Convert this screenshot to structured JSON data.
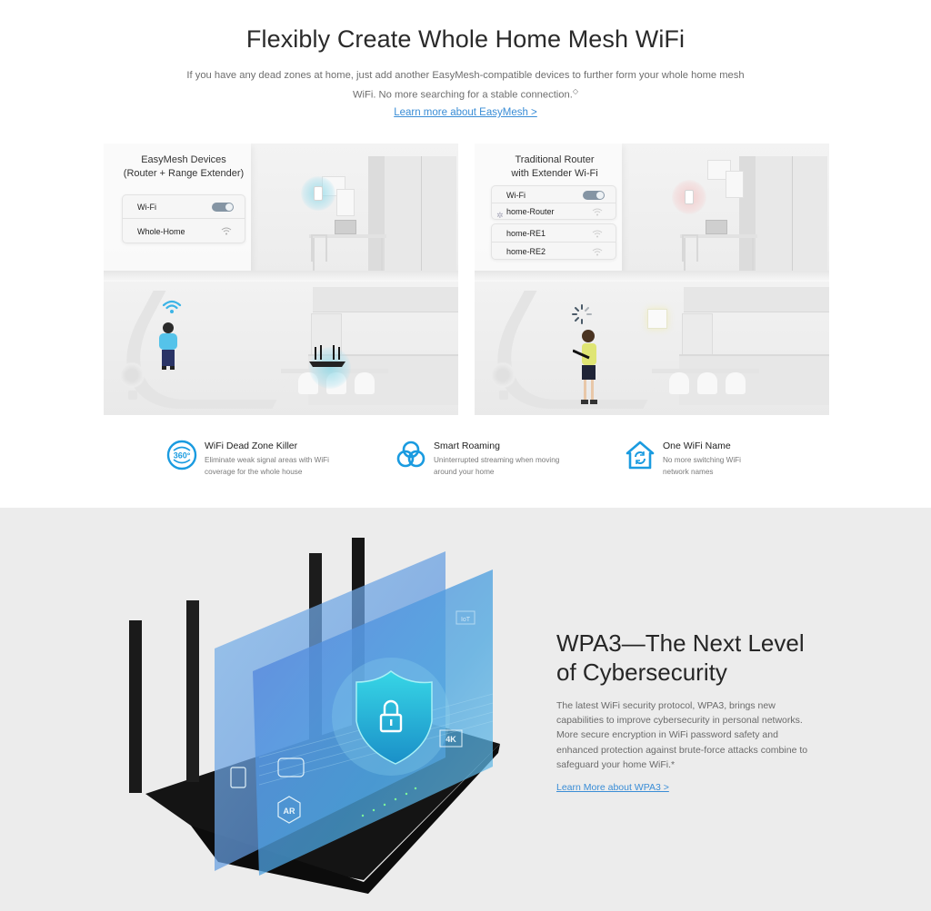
{
  "mesh": {
    "title": "Flexibly Create Whole Home Mesh WiFi",
    "description": "If you have any dead zones at home, just add another EasyMesh-compatible devices to further form your whole home mesh WiFi. No more searching for a stable connection.",
    "description_mark": "◇",
    "link_label": "Learn more about EasyMesh >",
    "link_color": "#3a8dd6"
  },
  "comparison": {
    "left": {
      "title_line1": "EasyMesh Devices",
      "title_line2": "(Router + Range Extender)",
      "wifi_label": "Wi-Fi",
      "wifi_toggle": "on",
      "networks": [
        "Whole-Home"
      ],
      "halo_color": "#8ed7e6"
    },
    "right": {
      "title_line1": "Traditional Router",
      "title_line2": "with Extender Wi-Fi",
      "wifi_label": "Wi-Fi",
      "wifi_toggle": "on",
      "connecting_network": "home-Router",
      "networks": [
        "home-RE1",
        "home-RE2"
      ],
      "halo_color": "#f3bcbc"
    }
  },
  "features": [
    {
      "icon": "360-degree-signal-icon",
      "title": "WiFi Dead Zone Killer",
      "desc": "Eliminate weak signal areas with WiFi coverage for the whole house"
    },
    {
      "icon": "smart-roaming-icon",
      "title": "Smart Roaming",
      "desc": "Uninterrupted streaming when moving around your home"
    },
    {
      "icon": "home-sync-icon",
      "title": "One WiFi Name",
      "desc": "No more switching WiFi network names"
    }
  ],
  "wpa3": {
    "title_line1": "WPA3—The Next Level",
    "title_line2": "of Cybersecurity",
    "description": "The latest WiFi security protocol, WPA3, brings new capabilities to improve cybersecurity in personal networks. More secure encryption in WiFi password safety and enhanced protection against brute-force attacks combine to safeguard your home WiFi.*",
    "link_label": "Learn More about WPA3 >",
    "overlay_icons": [
      "IoT",
      "AR",
      "4K"
    ]
  },
  "colors": {
    "accent_blue": "#1a9be0",
    "link": "#3a8dd6",
    "section_gray": "#ececec"
  }
}
